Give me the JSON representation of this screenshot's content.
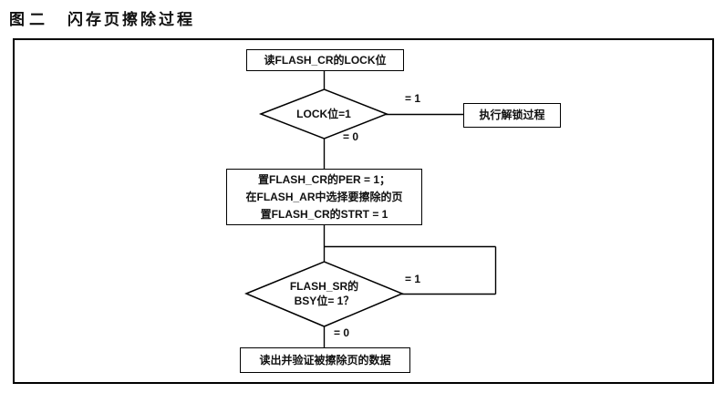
{
  "title": {
    "figure_label": "图二",
    "figure_title": "闪存页擦除过程"
  },
  "flowchart": {
    "read_lock_box": "读FLASH_CR的LOCK位",
    "lock_decision": "LOCK位=1",
    "unlock_box": "执行解锁过程",
    "lock_branch_yes": "= 1",
    "lock_branch_no": "= 0",
    "erase_setup_lines": [
      "置FLASH_CR的PER = 1；",
      "在FLASH_AR中选择要擦除的页",
      "置FLASH_CR的STRT = 1"
    ],
    "busy_decision_lines": [
      "FLASH_SR的",
      "BSY位= 1？"
    ],
    "busy_branch_yes": "= 1",
    "busy_branch_no": "= 0",
    "verify_box": "读出并验证被擦除页的数据"
  },
  "colors": {
    "line": "#000000",
    "text": "#111111",
    "background": "#ffffff"
  }
}
